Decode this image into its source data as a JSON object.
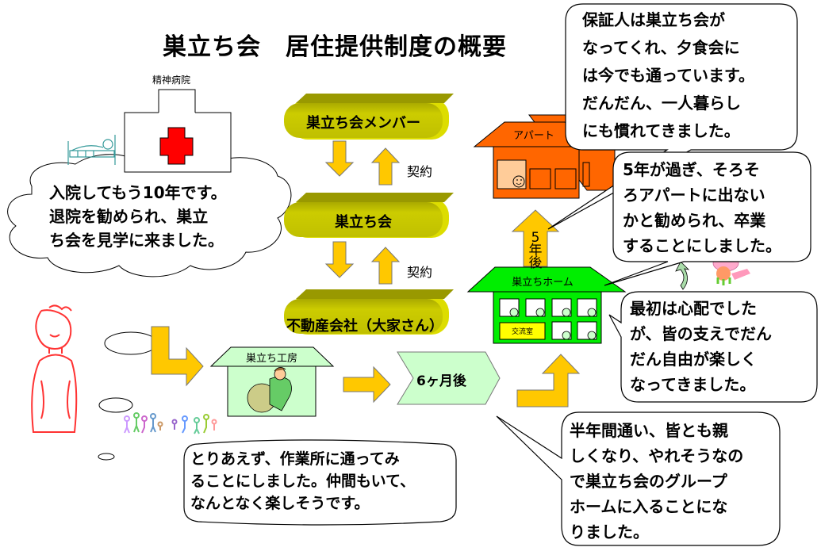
{
  "title": "巣立ち会　居住提供制度の概要",
  "hospital": {
    "label": "精神病院",
    "icon": "red-cross-icon"
  },
  "hospital_bubble": {
    "lines": [
      "入院してもう10年です。",
      "退院を勧められ、巣立",
      "ち会を見学に来ました。"
    ]
  },
  "flow": {
    "members_label": "巣立ち会メンバー",
    "org_label": "巣立ち会",
    "landlord_label": "不動産会社（大家さん）",
    "contract_label_1": "契約",
    "contract_label_2": "契約"
  },
  "workshop": {
    "label": "巣立ち工房",
    "icon": "pottery-worker-icon"
  },
  "six_months": {
    "label": "6ヶ月後"
  },
  "workshop_bubble": {
    "lines": [
      "とりあえず、作業所に通ってみ",
      "ることにしました。仲間もいて、",
      "なんとなく楽しそうです。"
    ]
  },
  "group_home": {
    "label": "巣立ちホーム",
    "common_room": "交流室"
  },
  "five_years": {
    "label_chars": [
      "5",
      "年",
      "後"
    ]
  },
  "apartment": {
    "label": "アパート"
  },
  "bubbles_right": {
    "guarantor": [
      "保証人は巣立ち会が",
      "なってくれ、夕食会に",
      "は今でも通っています。",
      "だんだん、一人暮らし",
      "にも慣れてきました。"
    ],
    "graduate": [
      "5年が過ぎ、そろそ",
      "ろアパートに出ない",
      "かと勧められ、卒業",
      "することにしました。"
    ],
    "worried": [
      "最初は心配でした",
      "が、皆の支えでだん",
      "だん自由が楽しく",
      "なってきました。"
    ],
    "half_year": [
      "半年間通い、皆とも親",
      "しくなり、やれそうなの",
      "で巣立ち会のグループ",
      "ホームに入ることにな",
      "りました。"
    ]
  },
  "colors": {
    "pill": "#c8c800",
    "pill_dark": "#999900",
    "arrow": "#ffc800",
    "apartment": "#ff6600",
    "apartment_window": "#ffcc99",
    "group_home": "#00ee00",
    "workshop": "#ccffcc",
    "cross": "#ff0000",
    "person": "#ff3333"
  }
}
